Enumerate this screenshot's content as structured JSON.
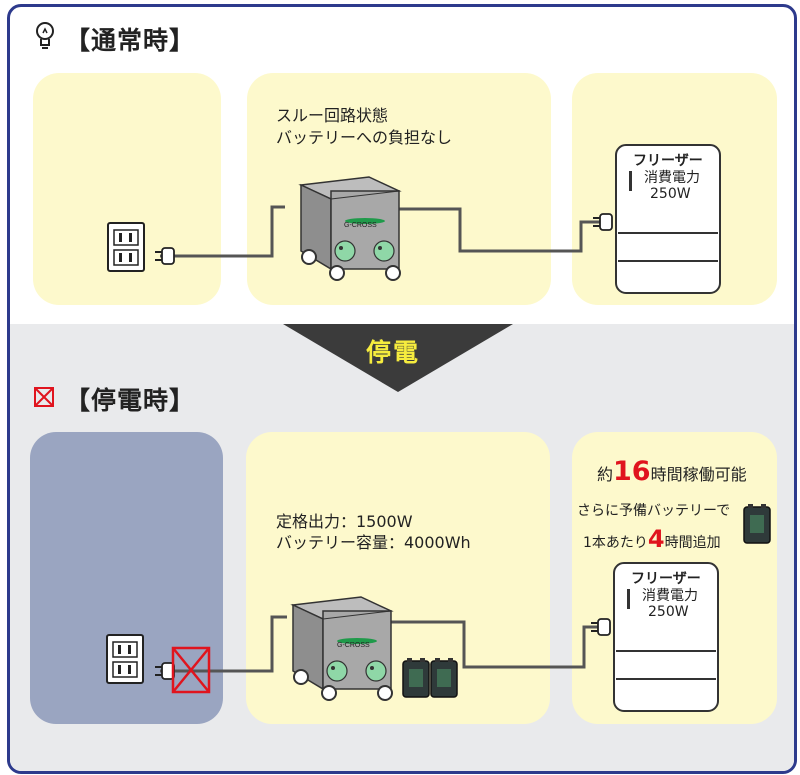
{
  "normal": {
    "heading": "【通常時】",
    "center_label": [
      "スルー回路状態",
      "バッテリーへの負担なし"
    ]
  },
  "outage_arrow": "停電",
  "outage": {
    "heading": "【停電時】",
    "spec_label": [
      "定格出力：1500W",
      "バッテリー容量：4000Wh"
    ],
    "runtime_pre": "約",
    "runtime_hours": "16",
    "runtime_post": "時間稼働可能",
    "extra_line1": "さらに予備バッテリーで",
    "extra_pre": "1本あたり",
    "extra_hours": "4",
    "extra_post": "時間追加"
  },
  "freezer": {
    "title": "フリーザー",
    "power_label": "消費電力",
    "power_value": "250W"
  },
  "device_logo": "G-CROSS",
  "colors": {
    "frame": "#2d3a8c",
    "panel": "#fdf9cc",
    "outlet_panel_outage": "#9aa5c1",
    "arrow": "#3b3b3b",
    "arrow_text": "#f6ec3e",
    "accent_red": "#e0141e"
  }
}
